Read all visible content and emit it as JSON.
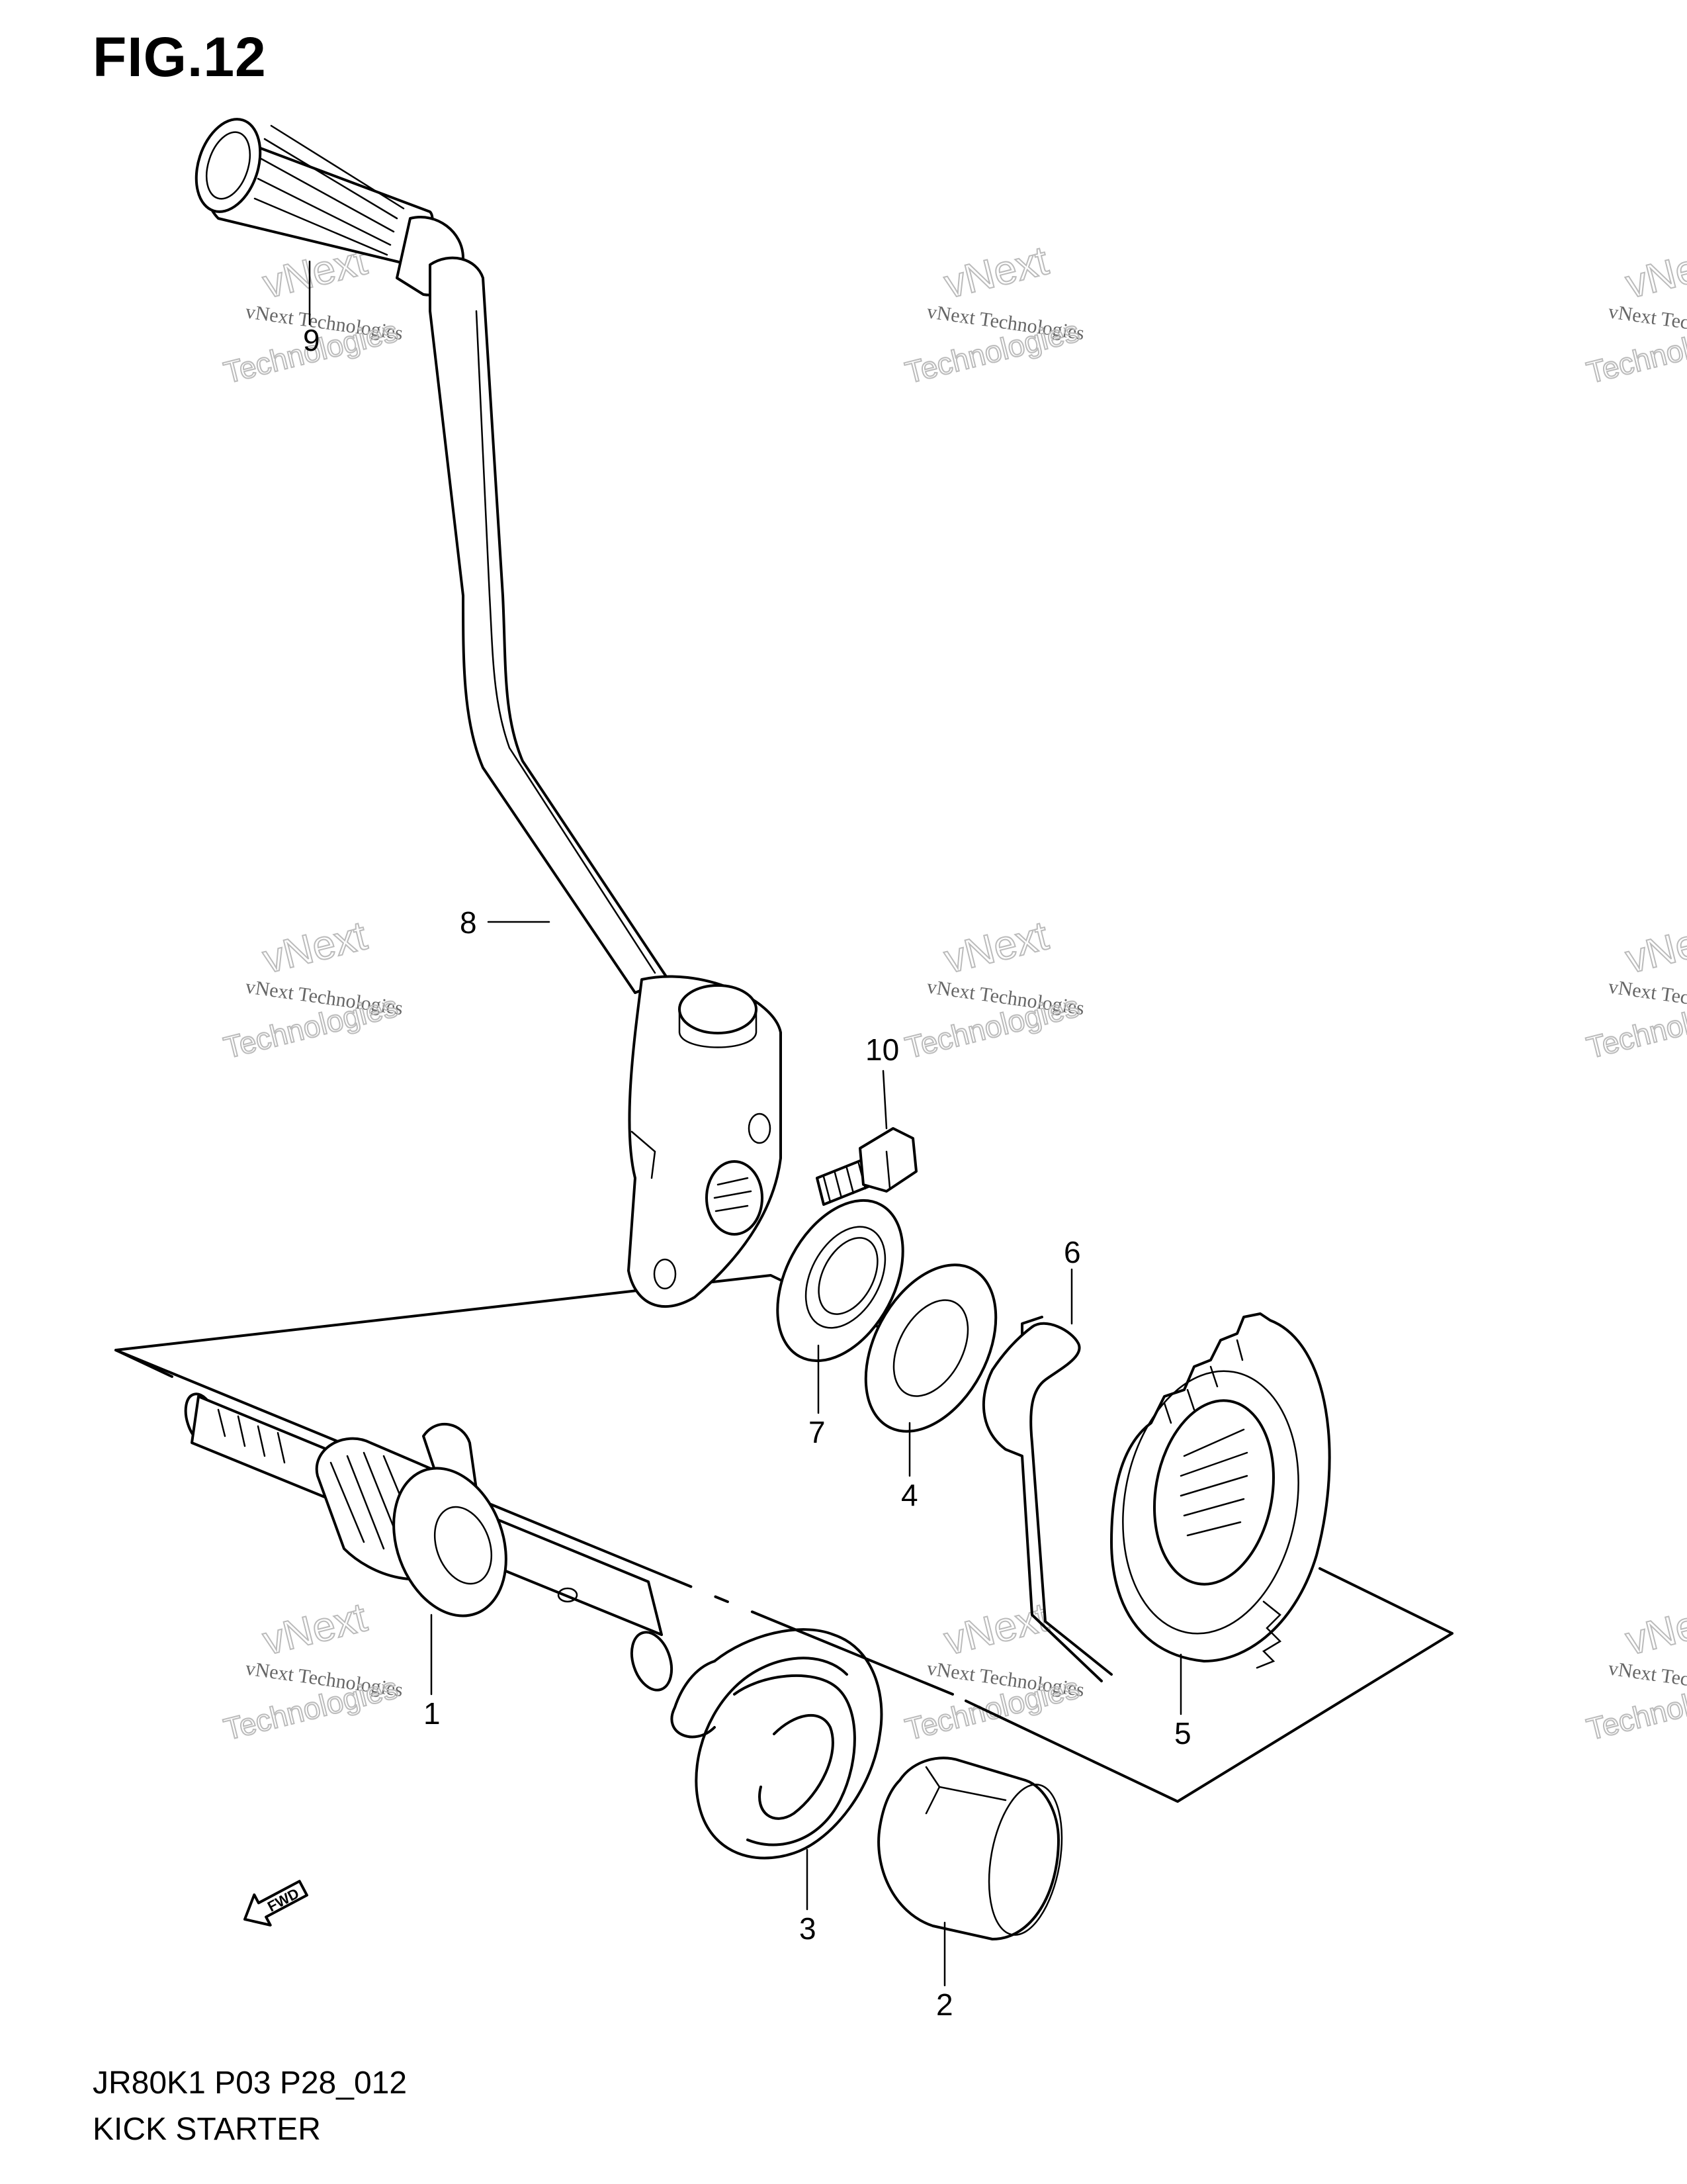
{
  "figure": {
    "title": "FIG.12"
  },
  "footer": {
    "code": "JR80K1 P03 P28_012",
    "name": "KICK STARTER"
  },
  "watermark": {
    "line1": "vNext Technologies",
    "line2": "vNext",
    "line3": "Technologies"
  },
  "fwd_label": "FWD",
  "callouts": [
    {
      "id": "c1",
      "label": "1"
    },
    {
      "id": "c2",
      "label": "2"
    },
    {
      "id": "c3",
      "label": "3"
    },
    {
      "id": "c4",
      "label": "4"
    },
    {
      "id": "c5",
      "label": "5"
    },
    {
      "id": "c6",
      "label": "6"
    },
    {
      "id": "c7",
      "label": "7"
    },
    {
      "id": "c8",
      "label": "8"
    },
    {
      "id": "c9",
      "label": "9"
    },
    {
      "id": "c10",
      "label": "10"
    }
  ]
}
